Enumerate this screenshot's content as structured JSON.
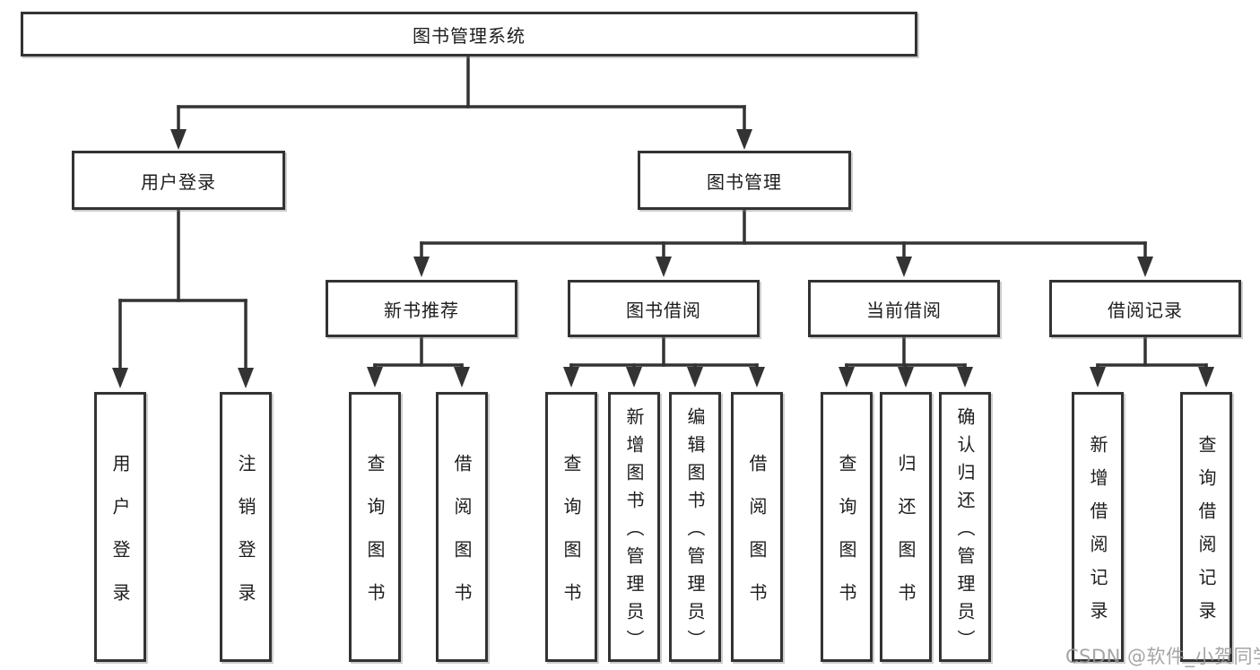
{
  "diagram": {
    "title": "图书管理系统",
    "watermark": "CSDN @软件_小贺同学",
    "colors": {
      "background": "#ffffff",
      "line": "#333333",
      "box_border": "#333333",
      "text": "#1d1d1d",
      "watermark_text": "#989898"
    },
    "nodes": {
      "root": {
        "label": "图书管理系统"
      },
      "user_login": {
        "label": "用户登录"
      },
      "book_management": {
        "label": "图书管理"
      },
      "new_book_recommend": {
        "label": "新书推荐"
      },
      "book_borrowing": {
        "label": "图书借阅"
      },
      "current_borrowing": {
        "label": "当前借阅"
      },
      "borrow_records": {
        "label": "借阅记录"
      },
      "leaf_user_login": {
        "label": "用户登录"
      },
      "leaf_logout": {
        "label": "注销登录"
      },
      "leaf_query_books_a": {
        "label": "查询图书"
      },
      "leaf_borrow_books_a": {
        "label": "借阅图书"
      },
      "leaf_query_books_b": {
        "label": "查询图书"
      },
      "leaf_add_book_admin": {
        "label": "新增图书（管理员）"
      },
      "leaf_edit_book_admin": {
        "label": "编辑图书（管理员）"
      },
      "leaf_borrow_books_b": {
        "label": "借阅图书"
      },
      "leaf_query_books_c": {
        "label": "查询图书"
      },
      "leaf_return_books": {
        "label": "归还图书"
      },
      "leaf_confirm_return_admin": {
        "label": "确认归还（管理员）"
      },
      "leaf_add_borrow_record": {
        "label": "新增借阅记录"
      },
      "leaf_query_borrow_record": {
        "label": "查询借阅记录"
      }
    },
    "edges": [
      {
        "from": "root",
        "to": "user_login"
      },
      {
        "from": "root",
        "to": "book_management"
      },
      {
        "from": "user_login",
        "to": "leaf_user_login"
      },
      {
        "from": "user_login",
        "to": "leaf_logout"
      },
      {
        "from": "book_management",
        "to": "new_book_recommend"
      },
      {
        "from": "book_management",
        "to": "book_borrowing"
      },
      {
        "from": "book_management",
        "to": "current_borrowing"
      },
      {
        "from": "book_management",
        "to": "borrow_records"
      },
      {
        "from": "new_book_recommend",
        "to": "leaf_query_books_a"
      },
      {
        "from": "new_book_recommend",
        "to": "leaf_borrow_books_a"
      },
      {
        "from": "book_borrowing",
        "to": "leaf_query_books_b"
      },
      {
        "from": "book_borrowing",
        "to": "leaf_add_book_admin"
      },
      {
        "from": "book_borrowing",
        "to": "leaf_edit_book_admin"
      },
      {
        "from": "book_borrowing",
        "to": "leaf_borrow_books_b"
      },
      {
        "from": "current_borrowing",
        "to": "leaf_query_books_c"
      },
      {
        "from": "current_borrowing",
        "to": "leaf_return_books"
      },
      {
        "from": "current_borrowing",
        "to": "leaf_confirm_return_admin"
      },
      {
        "from": "borrow_records",
        "to": "leaf_add_borrow_record"
      },
      {
        "from": "borrow_records",
        "to": "leaf_query_borrow_record"
      }
    ]
  }
}
